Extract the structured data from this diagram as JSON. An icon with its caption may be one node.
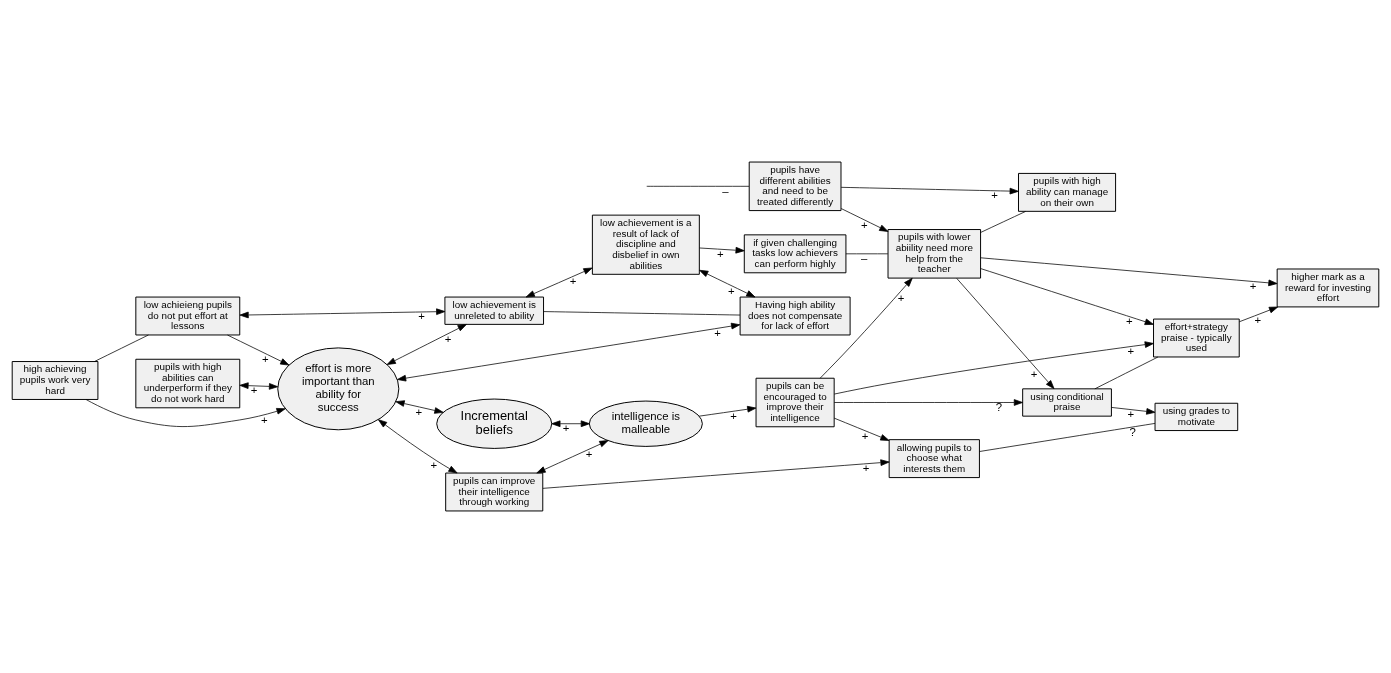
{
  "diagram": {
    "nodes": [
      {
        "text": [
          "high achieving pupils work very hard"
        ]
      },
      {
        "text": [
          "pupils with high abilities can underperform if they do not work hard"
        ]
      },
      {
        "text": [
          "pupils can improve their intelligence through working"
        ]
      },
      {
        "text": [
          "allowing pupils to choose what interests them"
        ]
      },
      {
        "text": [
          "using grades to motivate"
        ]
      },
      {
        "text": [
          "low achieieng pupils do not put effort at lessons"
        ]
      },
      {
        "text": [
          "effort is more important than ability for success"
        ]
      },
      {
        "text": [
          "Incremental beliefs"
        ]
      },
      {
        "text": [
          "intelligence is malleable"
        ]
      },
      {
        "text": [
          "pupils can be encouraged to improve their intelligence"
        ]
      },
      {
        "text": [
          "using conditional praise"
        ]
      },
      {
        "text": [
          "low achievement is unreleted to ability"
        ]
      },
      {
        "text": [
          "Having high ability does not compensate for lack of effort"
        ]
      },
      {
        "text": [
          "pupils have different abilities and need to be treated differently"
        ]
      },
      {
        "text": [
          "effort+strategy praise - typically used"
        ]
      },
      {
        "text": [
          "low achievement is a result of lack of discipline and disbelief in own abilities"
        ]
      },
      {
        "text": [
          "if given challenging tasks low achievers can perform highly"
        ]
      },
      {
        "text": [
          "pupils with lower abiility need more help from the teacher"
        ]
      },
      {
        "text": [
          "higher mark as a reward for investing effort"
        ]
      },
      {
        "text": [
          "pupils with high ability can manage on their own"
        ]
      }
    ],
    "edges": [
      {
        "from": 0,
        "to": 5,
        "arrow": "none"
      },
      {
        "from": 0,
        "to": 6,
        "arrow": "to",
        "label": "+"
      },
      {
        "from": 1,
        "to": 6,
        "arrow": "both",
        "label": "+"
      },
      {
        "from": 2,
        "to": 3,
        "arrow": "to",
        "label": "+"
      },
      {
        "from": 2,
        "to": 8,
        "arrow": "both",
        "label": "+"
      },
      {
        "from": 3,
        "to": 4,
        "arrow": "none",
        "label": "?"
      },
      {
        "from": 5,
        "to": 6,
        "arrow": "to",
        "label": "+"
      },
      {
        "from": 5,
        "to": 11,
        "arrow": "both",
        "label": "+"
      },
      {
        "from": 6,
        "to": 2,
        "arrow": "both",
        "label": "+"
      },
      {
        "from": 6,
        "to": 7,
        "arrow": "both",
        "label": "+"
      },
      {
        "from": 6,
        "to": 11,
        "arrow": "both",
        "label": "+"
      },
      {
        "from": 6,
        "to": 12,
        "arrow": "both",
        "label": "+"
      },
      {
        "from": 7,
        "to": 8,
        "arrow": "both",
        "label": "+"
      },
      {
        "from": 8,
        "to": 9,
        "arrow": "to",
        "label": "+"
      },
      {
        "from": 9,
        "to": 3,
        "arrow": "to",
        "label": "+"
      },
      {
        "from": 9,
        "to": 10,
        "arrow": "to",
        "label": "?"
      },
      {
        "from": 9,
        "to": 14,
        "arrow": "to",
        "label": "+"
      },
      {
        "from": 9,
        "to": 17,
        "arrow": "to",
        "label": "+"
      },
      {
        "from": 10,
        "to": 4,
        "arrow": "to",
        "label": "+"
      },
      {
        "from": 10,
        "to": 14,
        "arrow": "none"
      },
      {
        "from": 11,
        "to": 12,
        "arrow": "none"
      },
      {
        "from": 11,
        "to": 15,
        "arrow": "both",
        "label": "+"
      },
      {
        "from": 13,
        "to": 17,
        "arrow": "to",
        "label": "+"
      },
      {
        "from": 13,
        "to": 19,
        "arrow": "to",
        "label": "+"
      },
      {
        "from": 14,
        "to": 18,
        "arrow": "to",
        "label": "+"
      },
      {
        "from": 15,
        "to": 12,
        "arrow": "both",
        "label": "+"
      },
      {
        "from": 15,
        "to": 16,
        "arrow": "to",
        "label": "+"
      },
      {
        "from": 16,
        "to": 17,
        "arrow": "none",
        "label": "–"
      },
      {
        "from": 17,
        "to": 10,
        "arrow": "to",
        "label": "+"
      },
      {
        "from": 17,
        "to": 14,
        "arrow": "to",
        "label": "+"
      },
      {
        "from": 17,
        "to": 18,
        "arrow": "to",
        "label": "+"
      },
      {
        "from": 17,
        "to": 19,
        "arrow": "none"
      },
      {
        "from": null,
        "to": 13,
        "arrow": "none",
        "label": "–"
      }
    ]
  }
}
